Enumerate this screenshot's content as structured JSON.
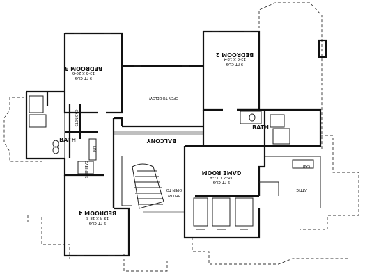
{
  "rooms": {
    "bedroom3": {
      "name": "BEDROOM 3",
      "dims": "13-6 X 20-6",
      "ceiling": "9 FT CLG"
    },
    "bedroom2": {
      "name": "BEDROOM 2",
      "dims": "13-6 X 18-4",
      "ceiling": "9 FT CLG"
    },
    "bedroom4": {
      "name": "BEDROOM 4",
      "dims": "13-4 X 18-6",
      "ceiling": "9 FT CLG"
    },
    "game_room": {
      "name": "GAME ROOM",
      "dims": "18-2 X 17-4",
      "ceiling": "9 FT CLG"
    },
    "open_to_below_top": {
      "name": "OPEN TO BELOW"
    },
    "open_to_below_stair": {
      "line1": "OPEN TO",
      "line2": "BELOW"
    },
    "balcony": {
      "name": "BALCONY"
    },
    "bath_left": {
      "name": "BATH"
    },
    "bath_right": {
      "name": "BATH"
    },
    "attic": {
      "name": "ATTIC"
    },
    "lin": {
      "name": "LIN"
    }
  },
  "annotations": {
    "cabinets_left": "CABINETS",
    "cabinets_right": "CABINETS",
    "cab": "CAB"
  }
}
